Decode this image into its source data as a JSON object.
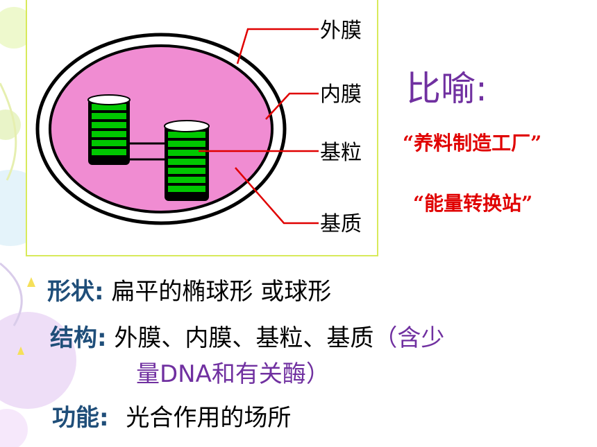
{
  "diagram": {
    "labels": {
      "outer_membrane": "外膜",
      "inner_membrane": "内膜",
      "granum": "基粒",
      "stroma": "基质"
    }
  },
  "metaphor": {
    "title": "比喻:",
    "items": [
      "“养料制造工厂”",
      "“能量转换站”"
    ]
  },
  "info": {
    "shape": {
      "label": "形状:",
      "text": "扁平的椭球形 或球形"
    },
    "structure": {
      "label": "结构:",
      "text": "外膜、内膜、基粒、基质",
      "note_open": "（含少",
      "note_close": "量DNA和有关酶）"
    },
    "function": {
      "label": "功能:",
      "text": "光合作用的场所"
    }
  },
  "colors": {
    "stroma": "#f08cd2",
    "granum": "#00c800",
    "label_blue": "#1f4e79",
    "purple": "#7030a0",
    "red": "#e00000"
  }
}
